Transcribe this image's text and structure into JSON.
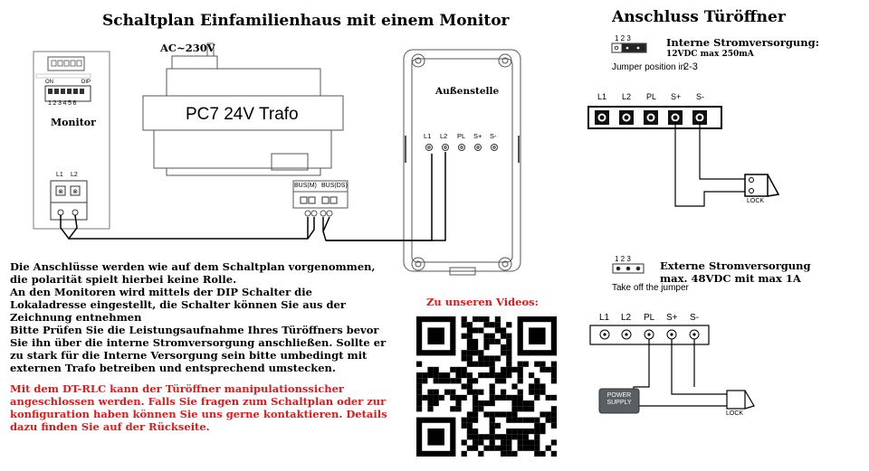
{
  "left_diagram": {
    "title": "Schaltplan Einfamilienhaus mit einem Monitor",
    "monitor": {
      "label": "Monitor",
      "dip_on": "ON",
      "dip_label": "DIP",
      "dip_numbers": "123456",
      "terminal_l1": "L1",
      "terminal_l2": "L2"
    },
    "ac_label": "AC~230V",
    "trafo_label": "PC7 24V Trafo",
    "bus_m": "BUS(M)",
    "bus_ds": "BUS(DS)",
    "outdoor": {
      "label": "Außenstelle",
      "terminals": [
        "L1",
        "L2",
        "PL",
        "S+",
        "S-"
      ]
    }
  },
  "notes": {
    "p1": "Die Anschlüsse werden wie auf dem Schaltplan vorgenommen, die polarität spielt hierbei keine Rolle.",
    "p2": "An den Monitoren wird mittels der DIP Schalter die Lokaladresse eingestellt, die Schalter können Sie aus der Zeichnung entnehmen",
    "p3": "Bitte Prüfen Sie die Leistungsaufnahme Ihres Türöffners bevor Sie ihn über die interne Stromversorgung anschließen. Sollte er zu stark für die Interne Versorgung sein bitte umbedingt mit externen Trafo betreiben und entsprechend umstecken.",
    "p4": "Mit dem DT-RLC kann der Türöffner manipulationssicher angeschlossen werden. Falls Sie fragen zum Schaltplan oder zur konfiguration haben können Sie uns gerne kontaktieren. Details dazu finden Sie auf der Rückseite."
  },
  "videos_label": "Zu unseren Videos:",
  "right_diagram": {
    "title": "Anschluss Türöffner",
    "jumper_numbers": "1 2 3",
    "internal_title": "Interne Stromversorgung:",
    "internal_spec": "12VDC max 250mA",
    "jumper_position_label": "Jumper position in",
    "jumper_position_value": "2-3",
    "terminals": [
      "L1",
      "L2",
      "PL",
      "S+",
      "S-"
    ],
    "lock_label": "LOCK",
    "external_title": "Externe Stromversorgung",
    "external_spec": "max. 48VDC mit max 1A",
    "take_off_label": "Take off the jumper",
    "power_supply_line1": "POWER",
    "power_supply_line2": "SUPPLY"
  },
  "colors": {
    "red_text": "#e0191b",
    "wire": "#000000",
    "device_outline": "#666666",
    "power_supply_fill": "#5a5f63"
  }
}
